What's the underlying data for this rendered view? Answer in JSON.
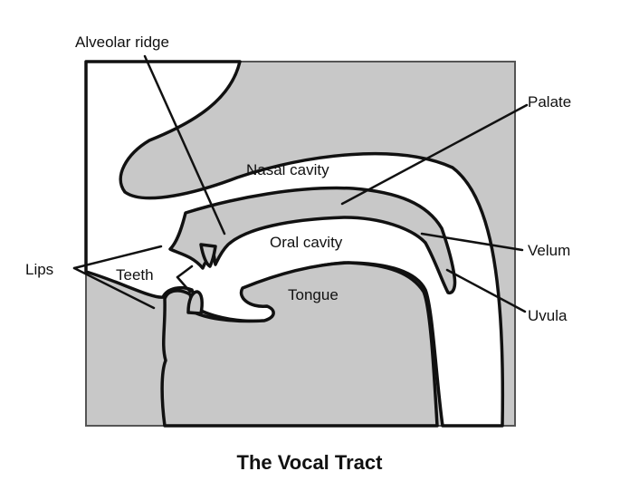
{
  "diagram": {
    "title": "The Vocal Tract",
    "labels": {
      "alveolar_ridge": "Alveolar ridge",
      "palate": "Palate",
      "nasal_cavity": "Nasal cavity",
      "oral_cavity": "Oral cavity",
      "velum": "Velum",
      "lips": "Lips",
      "teeth": "Teeth",
      "tongue": "Tongue",
      "uvula": "Uvula"
    },
    "colors": {
      "tissue": "#c8c8c8",
      "outline": "#111111",
      "background": "#ffffff"
    }
  }
}
